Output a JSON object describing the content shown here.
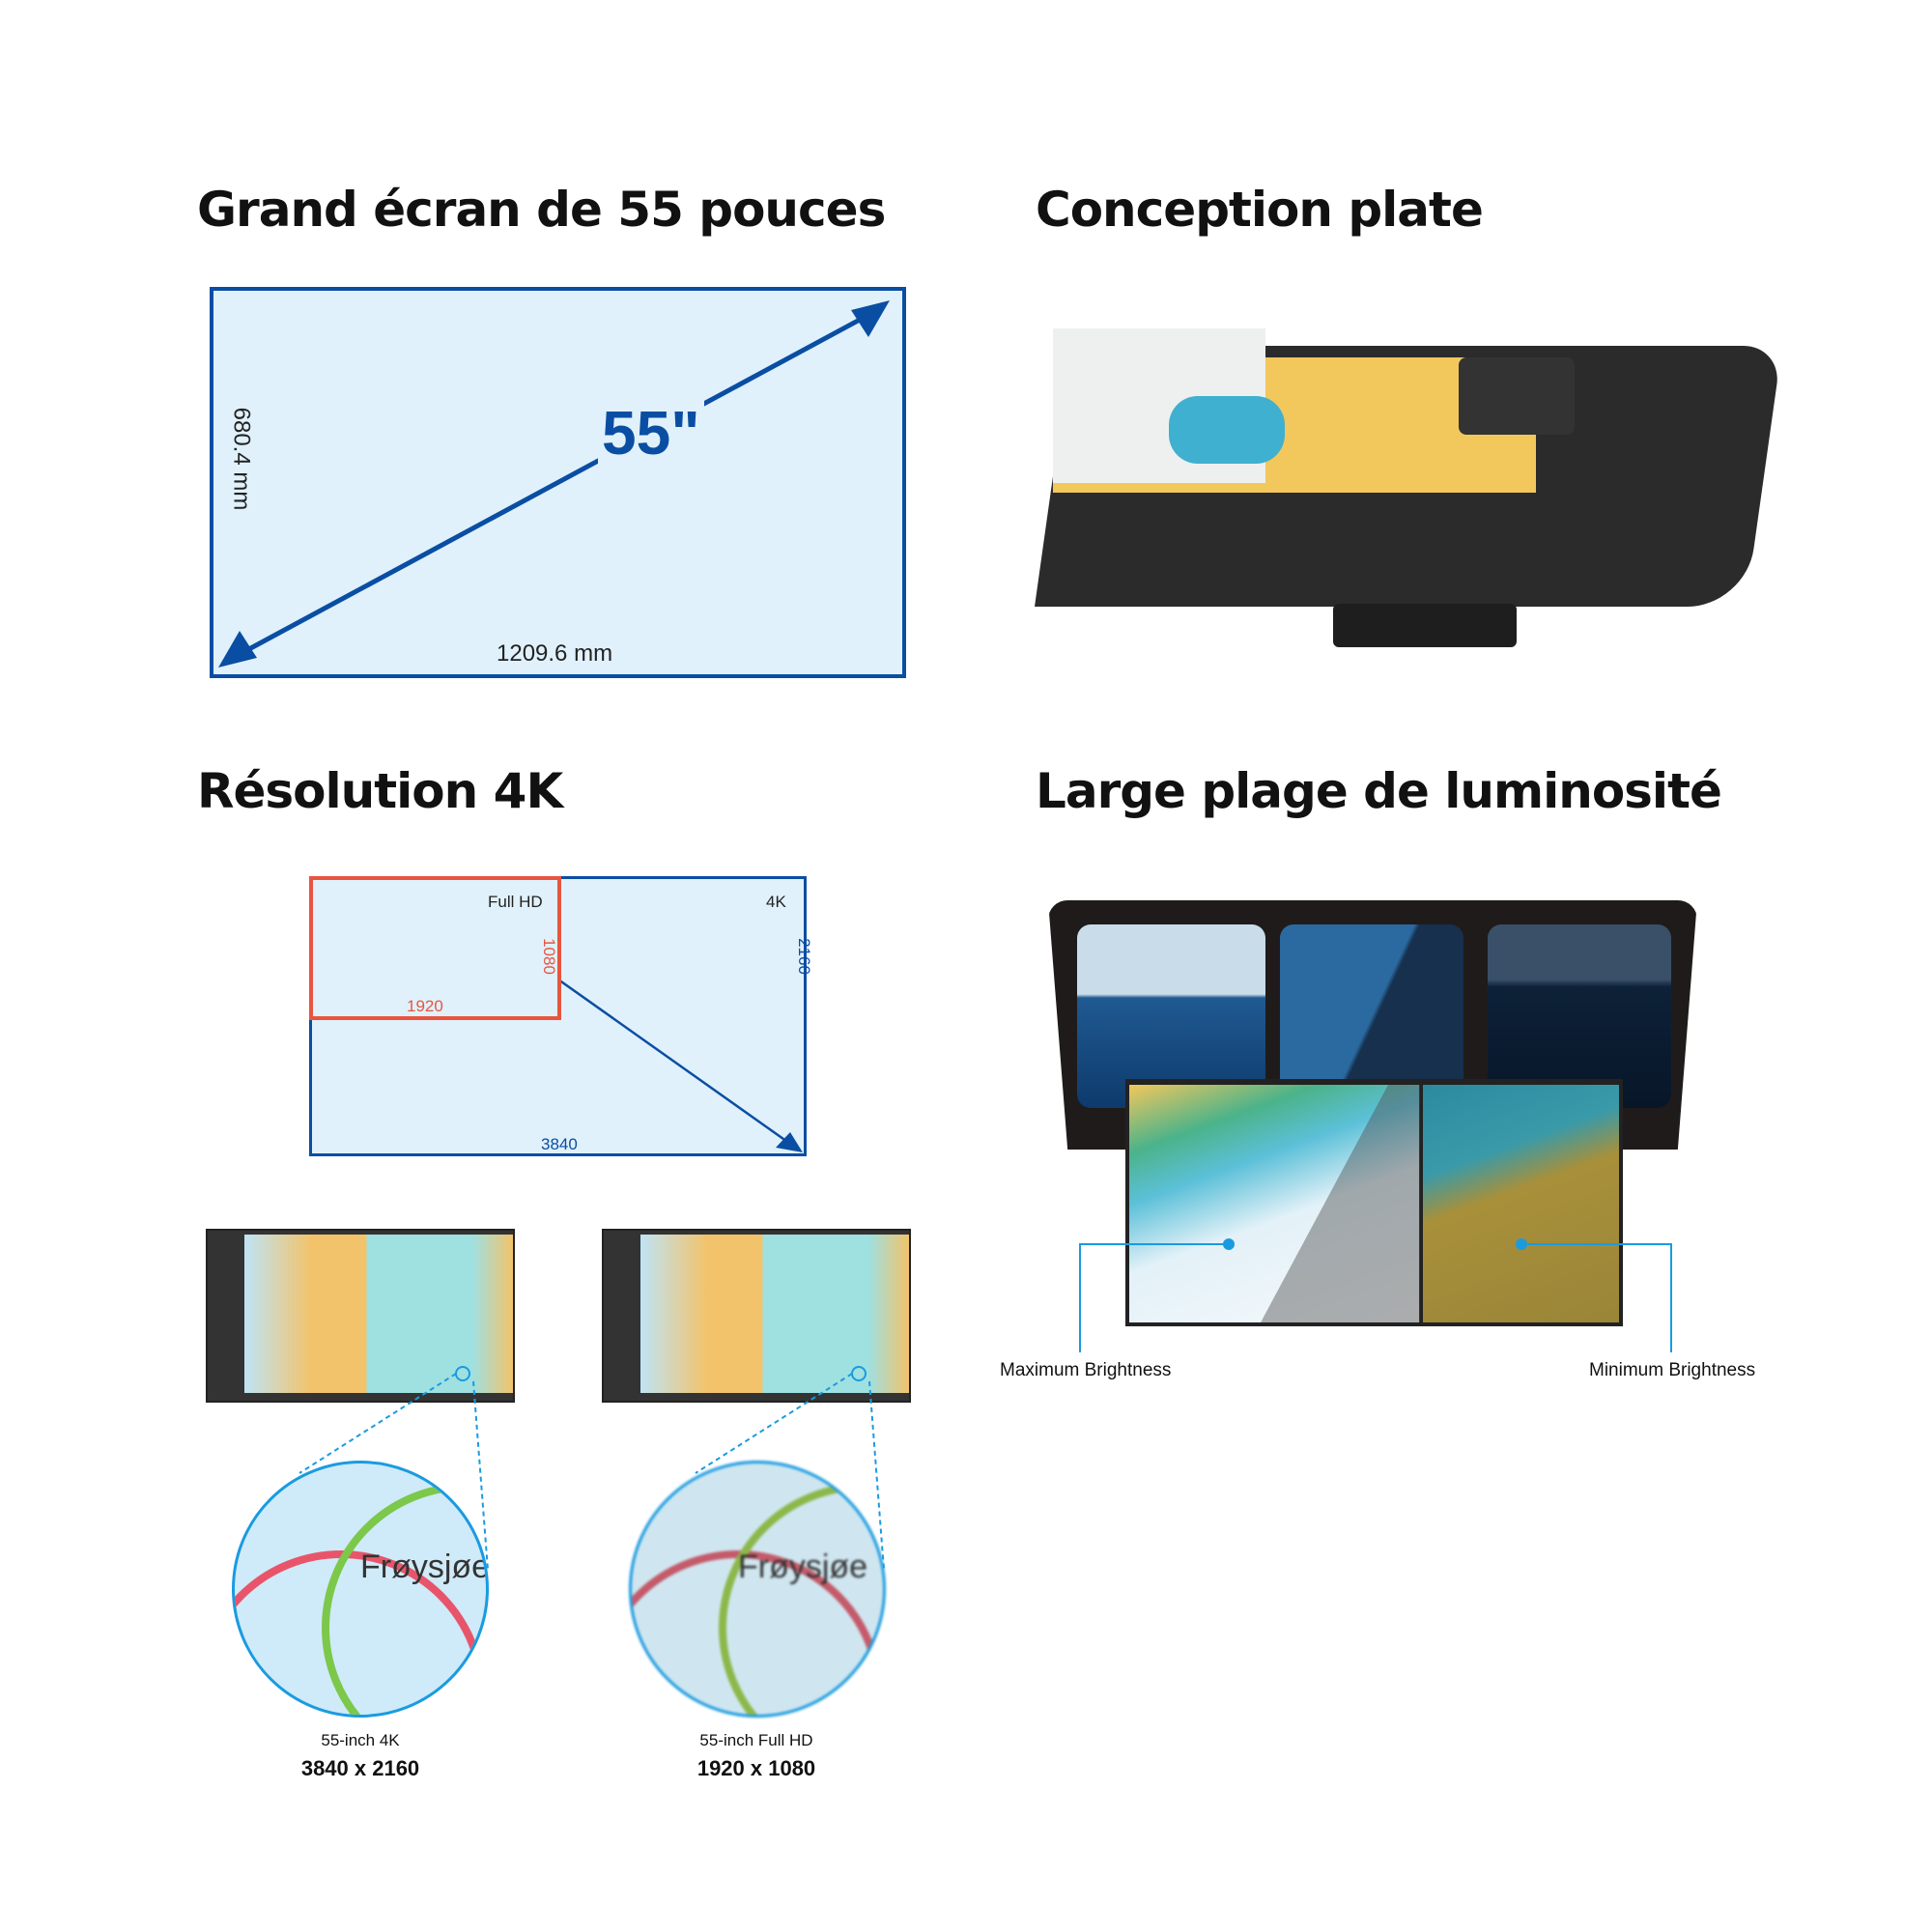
{
  "sections": {
    "screen_size": {
      "title": "Grand écran de 55 pouces",
      "diagonal": "55\"",
      "height": "680.4 mm",
      "width": "1209.6 mm"
    },
    "flat_design": {
      "title": "Conception plate"
    },
    "resolution": {
      "title": "Résolution 4K",
      "fullhd_label": "Full HD",
      "k4_label": "4K",
      "fullhd_w": "1920",
      "fullhd_h": "1080",
      "k4_w": "3840",
      "k4_h": "2160",
      "zoom_text": "Frøysjøe",
      "left_caption": "55-inch 4K",
      "left_value": "3840 x 2160",
      "right_caption": "55-inch Full HD",
      "right_value": "1920 x 1080"
    },
    "brightness": {
      "title": "Large plage de luminosité",
      "max_label": "Maximum Brightness",
      "min_label": "Minimum Brightness"
    }
  },
  "colors": {
    "blue": "#0a4ea3",
    "red": "#e8553f",
    "light": "#e0f1fb",
    "cyan": "#1a9be0"
  }
}
